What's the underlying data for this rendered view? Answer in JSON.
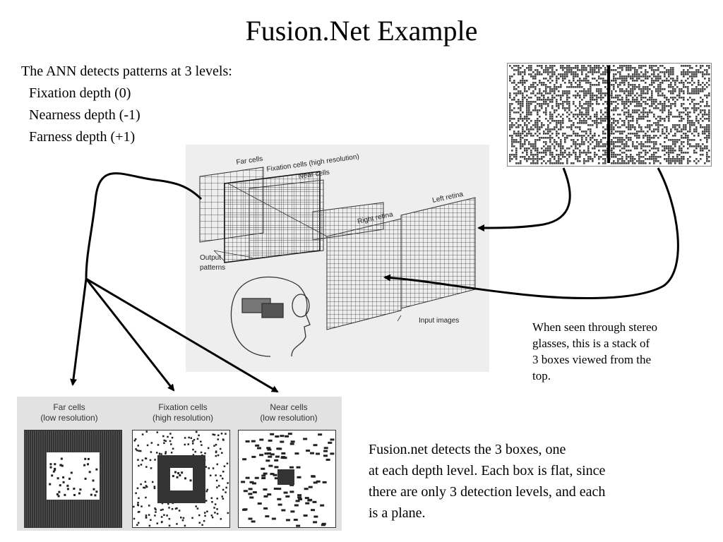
{
  "slide": {
    "title": "Fusion.Net Example",
    "intro": {
      "heading": "The ANN detects patterns at 3 levels:",
      "levels": [
        "Fixation depth (0)",
        "Nearness depth (-1)",
        "Farness depth (+1)"
      ]
    },
    "diagram_labels": {
      "far_cells": "Far cells",
      "fixation_cells": "Fixation cells (high resolution)",
      "near_cells": "Near cells",
      "right_retina": "Right retina",
      "left_retina": "Left retina",
      "output_patterns_1": "Output",
      "output_patterns_2": "patterns",
      "input_images": "Input images"
    },
    "note_lines": [
      "When seen through stereo",
      "glasses, this is a stack of",
      "3 boxes viewed from the",
      "top."
    ],
    "panels": [
      {
        "title_1": "Far cells",
        "title_2": "(low resolution)"
      },
      {
        "title_1": "Fixation cells",
        "title_2": "(high resolution)"
      },
      {
        "title_1": "Near cells",
        "title_2": "(low resolution)"
      }
    ],
    "summary_lines": [
      "Fusion.net detects the 3 boxes, one",
      "at each depth level.  Each box is flat, since",
      "there are only 3 detection levels, and each",
      "is a plane."
    ]
  }
}
